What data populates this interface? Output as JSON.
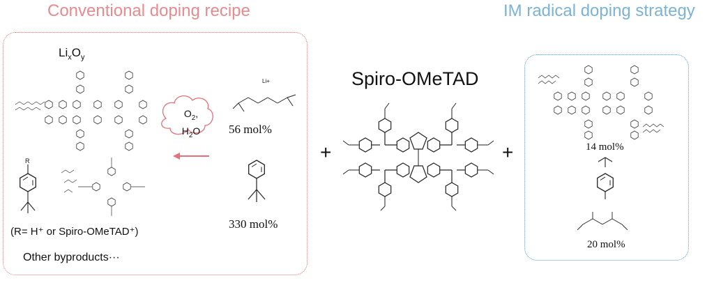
{
  "titles": {
    "left": "Conventional doping recipe",
    "right": "IM radical doping strategy"
  },
  "left_panel": {
    "lixoy_base": "Li",
    "lixoy_x": "x",
    "lixoy_o": "O",
    "lixoy_y": "y",
    "cloud_line1": "O",
    "cloud_sub": "2",
    "cloud_line1_suffix": ",",
    "cloud_line2_a": "H",
    "cloud_line2_sub": "2",
    "cloud_line2_b": "O",
    "litfsi_amount": "56 mol%",
    "tbp_amount": "330 mol%",
    "r_note": "(R= H⁺ or Spiro-OMeTAD⁺)",
    "byproducts": "Other byproducts···",
    "li_label": "Li+",
    "r_label": "R"
  },
  "center": {
    "spiro_label": "Spiro-OMeTAD"
  },
  "right_panel": {
    "amount1": "14 mol%",
    "amount2": "20 mol%"
  },
  "symbols": {
    "plus": "+"
  },
  "colors": {
    "left_accent": "#e88a8e",
    "left_border": "#e8707a",
    "right_accent": "#7bb3d6",
    "right_border": "#4f9fd8",
    "arrow": "#e8707a",
    "cloud": "#e8707a"
  }
}
